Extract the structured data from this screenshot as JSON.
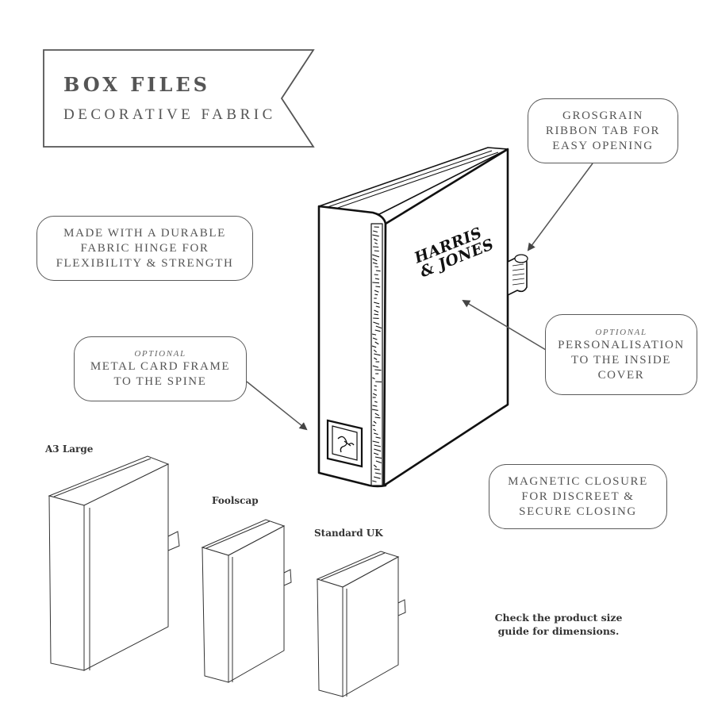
{
  "banner": {
    "title": "BOX FILES",
    "subtitle": "DECORATIVE FABRIC"
  },
  "callouts": {
    "ribbon": [
      "GROSGRAIN",
      "RIBBON TAB FOR",
      "EASY OPENING"
    ],
    "hinge": [
      "MADE WITH A DURABLE",
      "FABRIC HINGE FOR",
      "FLEXIBILITY & STRENGTH"
    ],
    "frame": {
      "optional": "OPTIONAL",
      "lines": [
        "METAL CARD FRAME",
        "TO THE SPINE"
      ]
    },
    "personalisation": {
      "optional": "OPTIONAL",
      "lines": [
        "PERSONALISATION",
        "TO THE INSIDE",
        "COVER"
      ]
    },
    "magnetic": [
      "MAGNETIC CLOSURE",
      "FOR DISCREET &",
      "SECURE CLOSING"
    ]
  },
  "brand": [
    "HARRIS",
    "& JONES"
  ],
  "sizes": [
    "A3 Large",
    "Foolscap",
    "Standard UK"
  ],
  "note": [
    "Check the product size",
    "guide for dimensions."
  ],
  "colors": {
    "line": "#555555",
    "ink": "#111111"
  }
}
